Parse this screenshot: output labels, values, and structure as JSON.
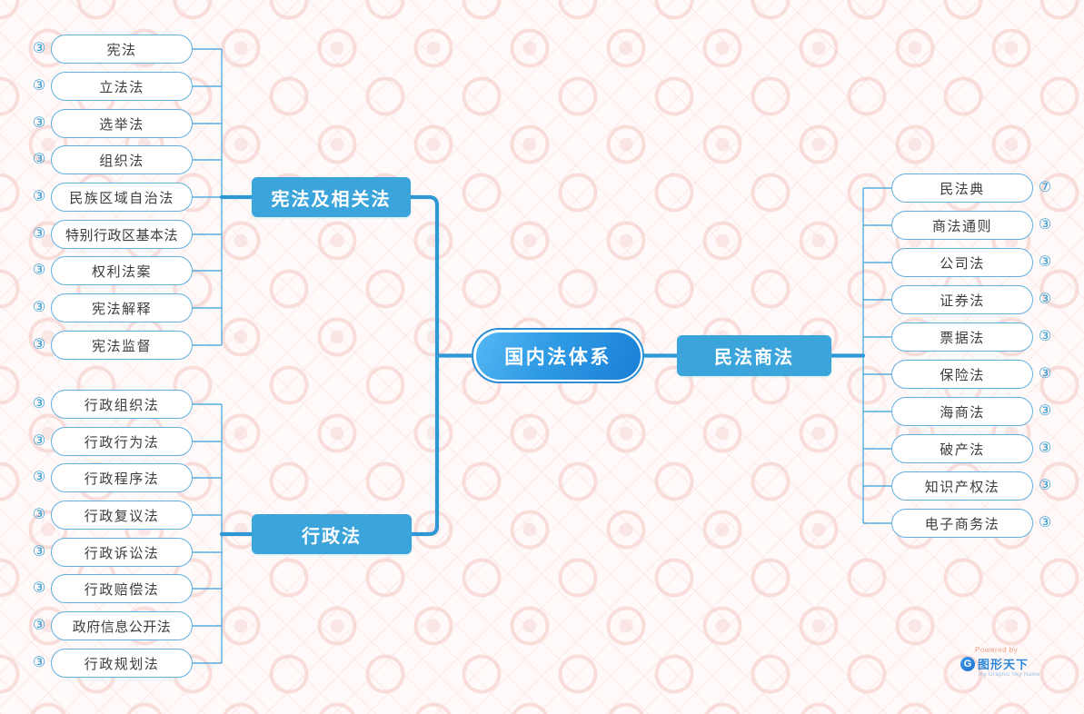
{
  "center": {
    "label": "国内法体系"
  },
  "branches": [
    {
      "label": "宪法及相关法",
      "side": "left-top",
      "children": [
        {
          "label": "宪法",
          "badge": "③"
        },
        {
          "label": "立法法",
          "badge": "③"
        },
        {
          "label": "选举法",
          "badge": "③"
        },
        {
          "label": "组织法",
          "badge": "③"
        },
        {
          "label": "民族区域自治法",
          "badge": "③"
        },
        {
          "label": "特别行政区基本法",
          "badge": "③"
        },
        {
          "label": "权利法案",
          "badge": "③"
        },
        {
          "label": "宪法解释",
          "badge": "③"
        },
        {
          "label": "宪法监督",
          "badge": "③"
        }
      ]
    },
    {
      "label": "行政法",
      "side": "left-bottom",
      "children": [
        {
          "label": "行政组织法",
          "badge": "③"
        },
        {
          "label": "行政行为法",
          "badge": "③"
        },
        {
          "label": "行政程序法",
          "badge": "③"
        },
        {
          "label": "行政复议法",
          "badge": "③"
        },
        {
          "label": "行政诉讼法",
          "badge": "③"
        },
        {
          "label": "行政赔偿法",
          "badge": "③"
        },
        {
          "label": "政府信息公开法",
          "badge": "③"
        },
        {
          "label": "行政规划法",
          "badge": "③"
        }
      ]
    },
    {
      "label": "民法商法",
      "side": "right",
      "children": [
        {
          "label": "民法典",
          "badge": "⑦"
        },
        {
          "label": "商法通则",
          "badge": "③"
        },
        {
          "label": "公司法",
          "badge": "③"
        },
        {
          "label": "证券法",
          "badge": "③"
        },
        {
          "label": "票据法",
          "badge": "③"
        },
        {
          "label": "保险法",
          "badge": "③"
        },
        {
          "label": "海商法",
          "badge": "③"
        },
        {
          "label": "破产法",
          "badge": "③"
        },
        {
          "label": "知识产权法",
          "badge": "③"
        },
        {
          "label": "电子商务法",
          "badge": "③"
        }
      ]
    }
  ],
  "watermark": {
    "powered_by": "Powered by",
    "logo_letter": "G",
    "brand": "图形天下",
    "tagline": "my Graphic Sky Name"
  },
  "colors": {
    "background": "#FFFAF9",
    "pattern_pink": "#F6D3D1",
    "branch_fill": "#3BA4DB",
    "thick_line": "#2E97D6",
    "thin_line": "#55ACDF",
    "leaf_border": "#5FB0E0",
    "leaf_text": "#3D3D3D",
    "badge_blue": "#2E9BD6",
    "center_gradient_start": "#55B8F4",
    "center_gradient_end": "#1A7FD6"
  }
}
